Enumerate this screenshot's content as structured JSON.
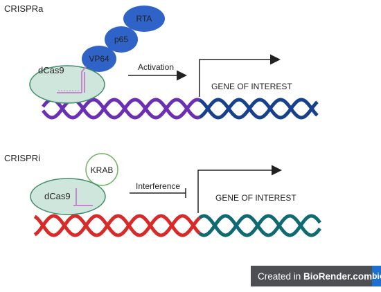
{
  "crispra": {
    "section_label": "CRISPRa",
    "dcas9_label": "dCas9",
    "domains": [
      "VP64",
      "p65",
      "RTA"
    ],
    "arrow_label": "Activation",
    "gene_label": "GENE OF INTEREST"
  },
  "crispri": {
    "section_label": "CRISPRi",
    "dcas9_label": "dCas9",
    "repressor_label": "KRAB",
    "arrow_label": "Interference",
    "gene_label": "GENE OF INTEREST"
  },
  "colors": {
    "dcas9_fill": "#cfe6dc",
    "dcas9_stroke": "#3f8d69",
    "activator_fill": "#2f63c8",
    "crispra_dna_left": "#6a2fb3",
    "crispra_dna_right": "#17408d",
    "crispri_dna_left": "#d92a2a",
    "crispri_dna_right": "#106a72",
    "krab_stroke": "#6fb35f",
    "guide_rna": "#c487cc"
  },
  "watermark": {
    "prefix": "Created in ",
    "brand": "BioRender.com",
    "logo": "bio"
  }
}
